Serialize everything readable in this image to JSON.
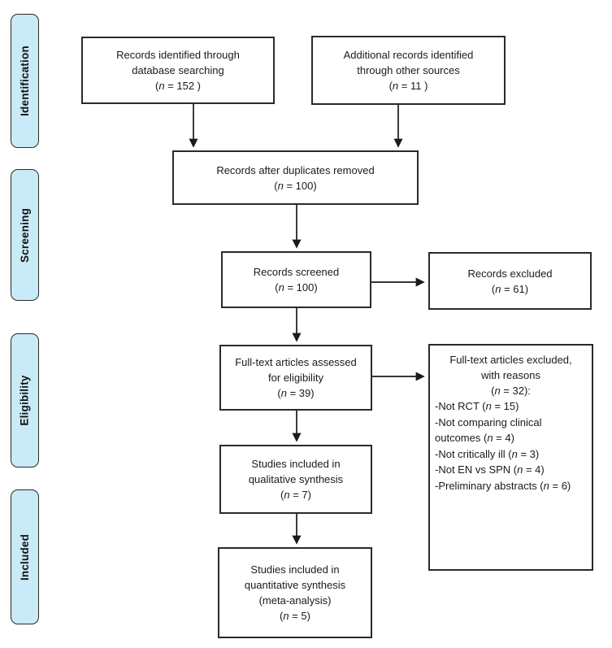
{
  "colors": {
    "background": "#ffffff",
    "sidebar_fill": "#c9eaf7",
    "box_border": "#2a2a2a",
    "arrow": "#1a1a1a"
  },
  "sidebar": {
    "stages": [
      {
        "label": "Identification"
      },
      {
        "label": "Screening"
      },
      {
        "label": "Eligibility"
      },
      {
        "label": "Included"
      }
    ]
  },
  "flow": {
    "boxes": {
      "records_identified": {
        "lines": [
          "Records identified through",
          "database searching",
          "(n = 152 )"
        ]
      },
      "additional_records": {
        "lines": [
          "Additional records identified",
          "through other sources",
          "(n = 11 )"
        ]
      },
      "duplicates_removed": {
        "lines": [
          "Records after duplicates removed",
          "(n = 100)"
        ]
      },
      "records_screened": {
        "lines": [
          "Records screened",
          "(n = 100)"
        ]
      },
      "records_excluded": {
        "lines": [
          "Records excluded",
          "(n = 61)"
        ]
      },
      "fulltext_assessed": {
        "lines": [
          "Full-text articles assessed",
          "for eligibility",
          "(n = 39)"
        ]
      },
      "fulltext_excluded": {
        "lines": [
          "Full-text articles excluded,",
          "with reasons",
          "(n = 32):"
        ],
        "reasons": [
          "-Not RCT (n = 15)",
          "-Not comparing clinical outcomes (n = 4)",
          "-Not critically ill (n = 3)",
          "-Not EN vs SPN (n = 4)",
          "-Preliminary abstracts (n = 6)"
        ]
      },
      "qualitative_synthesis": {
        "lines": [
          "Studies included in",
          "qualitative synthesis",
          "(n = 7)"
        ]
      },
      "quantitative_synthesis": {
        "lines": [
          "Studies included in",
          "quantitative synthesis",
          "(meta-analysis)",
          "(n = 5)"
        ]
      }
    }
  }
}
